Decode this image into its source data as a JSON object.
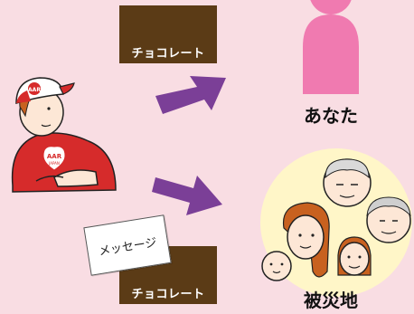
{
  "gifts": {
    "top_label": "チョコレート",
    "bottom_label": "チョコレート",
    "note_text": "メッセージ"
  },
  "recipients": {
    "you_label": "あなた",
    "disaster_area_label": "被災地"
  },
  "giver": {
    "cap_logo": "AAR",
    "shirt_logo": "AAR",
    "shirt_sub": "JAPAN"
  },
  "colors": {
    "background": "#f9dde3",
    "chocolate": "#5b3b16",
    "arrow": "#7b3f97",
    "person_pink": "#f07ab0",
    "shirt_red": "#d62b2b",
    "glow": "#fff6c8"
  }
}
